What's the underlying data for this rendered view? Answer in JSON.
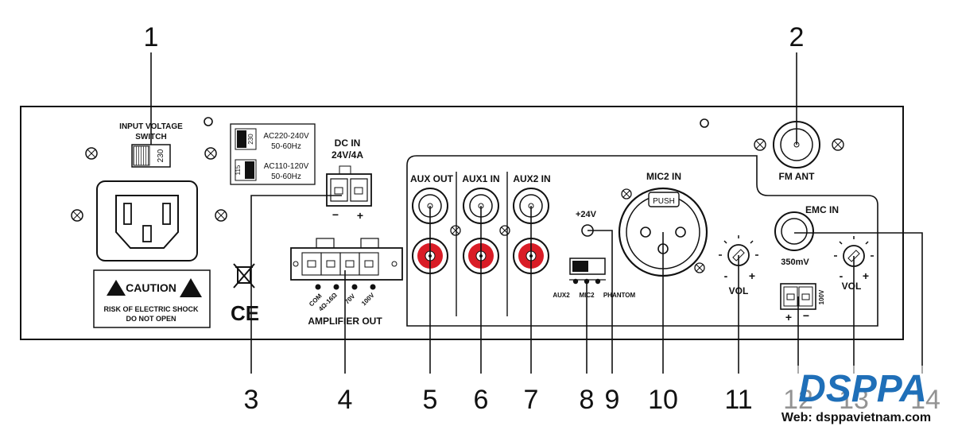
{
  "callouts": [
    "1",
    "2",
    "3",
    "4",
    "5",
    "6",
    "7",
    "8",
    "9",
    "10",
    "11",
    "12",
    "13",
    "14"
  ],
  "labels": {
    "input_voltage_line1": "INPUT VOLTAGE",
    "input_voltage_line2": "SWITCH",
    "switch_value": "230",
    "voltage_high": "AC220-240V",
    "voltage_high_freq": "50-60Hz",
    "voltage_high_sw": "230",
    "voltage_low": "AC110-120V",
    "voltage_low_freq": "50-60Hz",
    "voltage_low_sw": "115",
    "dc_in_line1": "DC IN",
    "dc_in_line2": "24V/4A",
    "minus": "−",
    "plus": "+",
    "caution": "CAUTION",
    "caution_line1": "RISK OF ELECTRIC SHOCK",
    "caution_line2": "DO NOT OPEN",
    "ce": "CE",
    "amp_out": "AMPLIFIER OUT",
    "amp_com": "COM",
    "amp_4_16": "4Ω-16Ω",
    "amp_70": "70V",
    "amp_100": "100V",
    "aux_out": "AUX OUT",
    "aux1_in": "AUX1 IN",
    "aux2_in": "AUX2 IN",
    "plus24v": "+24V",
    "sw_aux2": "AUX2",
    "sw_mic2": "MIC2",
    "sw_phantom": "PHANTOM",
    "mic2_in": "MIC2 IN",
    "push": "PUSH",
    "fm_ant": "FM ANT",
    "emc_in": "EMC IN",
    "mv350": "350mV",
    "vol1": "VOL",
    "vol2": "VOL",
    "v100": "100V",
    "knob_minus": "-",
    "knob_plus": "+"
  },
  "watermark": {
    "brand": "DSPPA",
    "web": "Web: dsppavietnam.com"
  },
  "colors": {
    "ink": "#111111",
    "rca_red": "#d91c26",
    "brand_blue": "#1f6fb8",
    "watermark_text": "#222222"
  }
}
